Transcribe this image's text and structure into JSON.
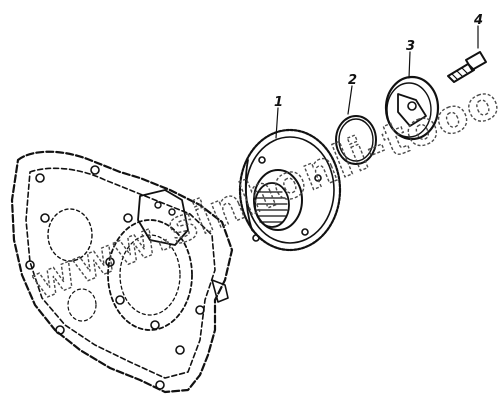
{
  "parts": [
    {
      "id": "part-1",
      "number": "1"
    },
    {
      "id": "part-2",
      "number": "2"
    },
    {
      "id": "part-3",
      "number": "3"
    },
    {
      "id": "part-4",
      "number": "4"
    }
  ],
  "watermark": {
    "text": "www.sinhonli-tooo.kz"
  },
  "colors": {
    "ink": "#111111",
    "background": "#ffffff",
    "watermark": "#4a4a4a"
  }
}
